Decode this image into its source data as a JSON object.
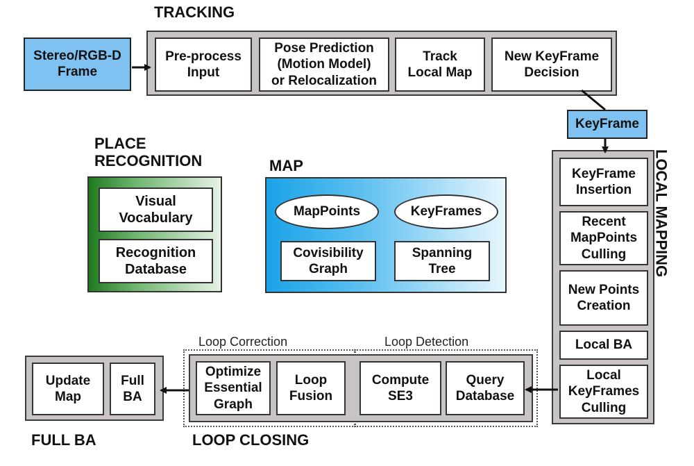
{
  "input": {
    "label": "Stereo/RGB-D\nFrame"
  },
  "tracking": {
    "title": "TRACKING",
    "steps": [
      "Pre-process\nInput",
      "Pose Prediction\n(Motion Model)\nor Relocalization",
      "Track\nLocal Map",
      "New KeyFrame\nDecision"
    ]
  },
  "keyframe": {
    "label": "KeyFrame"
  },
  "local_mapping": {
    "title": "LOCAL MAPPING",
    "steps": [
      "KeyFrame\nInsertion",
      "Recent\nMapPoints\nCulling",
      "New Points\nCreation",
      "Local BA",
      "Local\nKeyFrames\nCulling"
    ]
  },
  "place_recognition": {
    "title": "PLACE\nRECOGNITION",
    "items": [
      "Visual\nVocabulary",
      "Recognition\nDatabase"
    ]
  },
  "map": {
    "title": "MAP",
    "ellipses": [
      "MapPoints",
      "KeyFrames"
    ],
    "boxes": [
      "Covisibility\nGraph",
      "Spanning\nTree"
    ]
  },
  "loop_closing": {
    "title": "LOOP CLOSING",
    "correction_label": "Loop Correction",
    "detection_label": "Loop Detection",
    "correction_steps": [
      "Optimize\nEssential\nGraph",
      "Loop\nFusion"
    ],
    "detection_steps": [
      "Compute\nSE3",
      "Query\nDatabase"
    ]
  },
  "full_ba": {
    "title": "FULL BA",
    "steps": [
      "Update\nMap",
      "Full\nBA"
    ]
  },
  "colors": {
    "container_gray": "#c8c4c4",
    "keyframe_blue": "#7fc1f0",
    "place_green": "#1f7a1f",
    "map_blue": "#1aa3e8"
  }
}
